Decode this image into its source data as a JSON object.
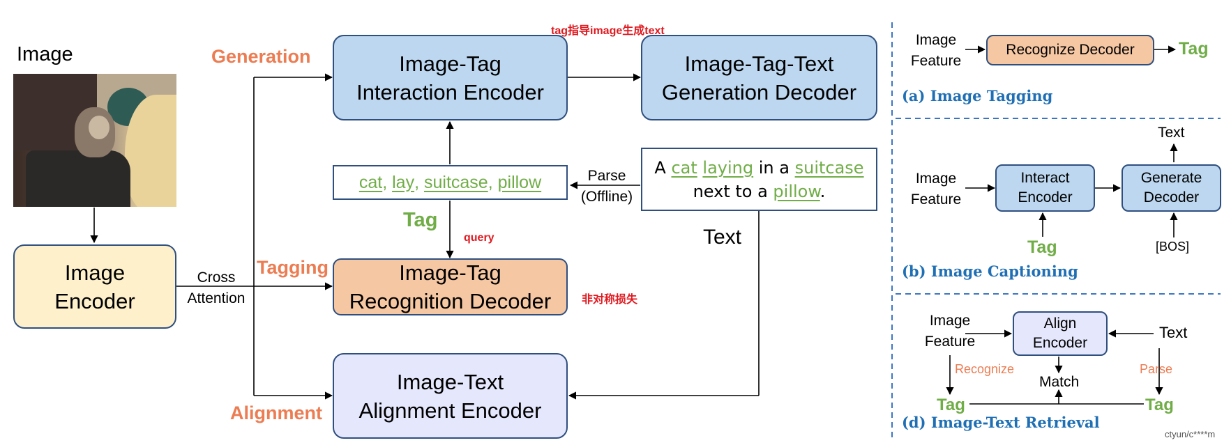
{
  "colors": {
    "accent_orange": "#ec7c52",
    "accent_green": "#70ad47",
    "annot_red": "#e0191f",
    "title_blue": "#1f6fb4"
  },
  "image_label": "Image",
  "image_encoder": [
    "Image",
    "Encoder"
  ],
  "cross_attention": [
    "Cross",
    "Attention"
  ],
  "branch_labels": {
    "generation": "Generation",
    "tagging": "Tagging",
    "alignment": "Alignment"
  },
  "interaction_encoder": [
    "Image-Tag",
    "Interaction Encoder"
  ],
  "generation_decoder": [
    "Image-Tag-Text",
    "Generation Decoder"
  ],
  "recognition_decoder": [
    "Image-Tag",
    "Recognition Decoder"
  ],
  "alignment_encoder": [
    "Image-Text",
    "Alignment Encoder"
  ],
  "tags_box": {
    "w1": "cat",
    "w2": "lay",
    "w3": "suitcase",
    "w4": "pillow",
    "sep": ", "
  },
  "caption": {
    "p1": "A ",
    "w1": "cat",
    "p2": " ",
    "w2": "laying",
    "p3": " in a ",
    "w3": "suitcase",
    "p4": "next to a ",
    "w4": "pillow",
    "p5": "."
  },
  "parse": [
    "Parse",
    "(Offline)"
  ],
  "tag_label": "Tag",
  "text_label": "Text",
  "annotations": {
    "top": "tag指导image生成text",
    "query": "query",
    "loss": "非对称损失"
  },
  "panel_a": {
    "input": [
      "Image",
      "Feature"
    ],
    "box": "Recognize Decoder",
    "output": "Tag",
    "title": "(a) Image Tagging"
  },
  "panel_b": {
    "input": [
      "Image",
      "Feature"
    ],
    "box1": [
      "Interact",
      "Encoder"
    ],
    "box2": [
      "Generate",
      "Decoder"
    ],
    "tag": "Tag",
    "bos": "[BOS]",
    "output": "Text",
    "title": "(b) Image Captioning"
  },
  "panel_d": {
    "input": [
      "Image",
      "Feature"
    ],
    "box": [
      "Align",
      "Encoder"
    ],
    "text": "Text",
    "recognize": "Recognize",
    "parse": "Parse",
    "match": "Match",
    "tag_left": "Tag",
    "tag_right": "Tag",
    "title": "(d) Image-Text Retrieval"
  },
  "watermark": "ctyun/c****m"
}
